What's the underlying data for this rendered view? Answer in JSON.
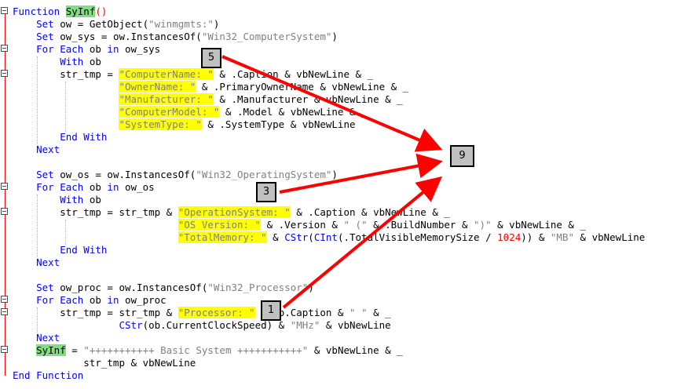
{
  "lines": [
    {
      "segs": [
        {
          "t": "Function ",
          "c": "kw"
        },
        {
          "t": "SyInf",
          "c": "hl-green"
        },
        {
          "t": "()",
          "c": "fn"
        }
      ]
    },
    {
      "segs": [
        {
          "t": "    Set ",
          "c": "kw"
        },
        {
          "t": "ow = GetObject("
        },
        {
          "t": "\"winmgmts:\"",
          "c": "str"
        },
        {
          "t": ")"
        }
      ]
    },
    {
      "segs": [
        {
          "t": "    Set ",
          "c": "kw"
        },
        {
          "t": "ow_sys = ow.InstancesOf("
        },
        {
          "t": "\"Win32_ComputerSystem\"",
          "c": "str"
        },
        {
          "t": ")"
        }
      ]
    },
    {
      "segs": [
        {
          "t": "    For Each ",
          "c": "kw"
        },
        {
          "t": "ob "
        },
        {
          "t": "in ",
          "c": "kw"
        },
        {
          "t": "ow_sys"
        }
      ]
    },
    {
      "segs": [
        {
          "t": "        With ",
          "c": "kw"
        },
        {
          "t": "ob"
        }
      ]
    },
    {
      "segs": [
        {
          "t": "        str_tmp = "
        },
        {
          "t": "\"ComputerName: \"",
          "c": "str hl-yellow"
        },
        {
          "t": " & .Caption & vbNewLine & _"
        }
      ]
    },
    {
      "segs": [
        {
          "t": "                  "
        },
        {
          "t": "\"OwnerName: \"",
          "c": "str hl-yellow"
        },
        {
          "t": " & .PrimaryOwnerName & vbNewLine & _"
        }
      ]
    },
    {
      "segs": [
        {
          "t": "                  "
        },
        {
          "t": "\"Manufacturer: \"",
          "c": "str hl-yellow"
        },
        {
          "t": " & .Manufacturer & vbNewLine & _"
        }
      ]
    },
    {
      "segs": [
        {
          "t": "                  "
        },
        {
          "t": "\"ComputerModel: \"",
          "c": "str hl-yellow"
        },
        {
          "t": " & .Model & vbNewLine & _"
        }
      ]
    },
    {
      "segs": [
        {
          "t": "                  "
        },
        {
          "t": "\"SystemType: \"",
          "c": "str hl-yellow"
        },
        {
          "t": " & .SystemType & vbNewLine"
        }
      ]
    },
    {
      "segs": [
        {
          "t": "        End With",
          "c": "kw"
        }
      ]
    },
    {
      "segs": [
        {
          "t": "    Next",
          "c": "kw"
        }
      ]
    },
    {
      "segs": [
        {
          "t": ""
        }
      ]
    },
    {
      "segs": [
        {
          "t": "    Set ",
          "c": "kw"
        },
        {
          "t": "ow_os = ow.InstancesOf("
        },
        {
          "t": "\"Win32_OperatingSystem\"",
          "c": "str"
        },
        {
          "t": ")"
        }
      ]
    },
    {
      "segs": [
        {
          "t": "    For Each ",
          "c": "kw"
        },
        {
          "t": "ob "
        },
        {
          "t": "in ",
          "c": "kw"
        },
        {
          "t": "ow_os"
        }
      ]
    },
    {
      "segs": [
        {
          "t": "        With ",
          "c": "kw"
        },
        {
          "t": "ob"
        }
      ]
    },
    {
      "segs": [
        {
          "t": "        str_tmp = str_tmp & "
        },
        {
          "t": "\"OperationSystem: \"",
          "c": "str hl-yellow"
        },
        {
          "t": " & .Caption & vbNewLine & _"
        }
      ]
    },
    {
      "segs": [
        {
          "t": "                            "
        },
        {
          "t": "\"OS Version: \"",
          "c": "str hl-yellow"
        },
        {
          "t": " & .Version & "
        },
        {
          "t": "\" (\"",
          "c": "str"
        },
        {
          "t": " & .BuildNumber & "
        },
        {
          "t": "\")\"",
          "c": "str"
        },
        {
          "t": " & vbNewLine & _"
        }
      ]
    },
    {
      "segs": [
        {
          "t": "                            "
        },
        {
          "t": "\"TotalMemory: \"",
          "c": "str hl-yellow"
        },
        {
          "t": " & "
        },
        {
          "t": "CStr",
          "c": "kw"
        },
        {
          "t": "("
        },
        {
          "t": "CInt",
          "c": "kw"
        },
        {
          "t": "(.TotalVisibleMemorySize / "
        },
        {
          "t": "1024",
          "c": "num"
        },
        {
          "t": ")) & "
        },
        {
          "t": "\"MB\"",
          "c": "str"
        },
        {
          "t": " & vbNewLine"
        }
      ]
    },
    {
      "segs": [
        {
          "t": "        End With",
          "c": "kw"
        }
      ]
    },
    {
      "segs": [
        {
          "t": "    Next",
          "c": "kw"
        }
      ]
    },
    {
      "segs": [
        {
          "t": ""
        }
      ]
    },
    {
      "segs": [
        {
          "t": "    Set ",
          "c": "kw"
        },
        {
          "t": "ow_proc = ow.InstancesOf("
        },
        {
          "t": "\"Win32_Processor\"",
          "c": "str"
        },
        {
          "t": ")"
        }
      ]
    },
    {
      "segs": [
        {
          "t": "    For Each ",
          "c": "kw"
        },
        {
          "t": "ob "
        },
        {
          "t": "in ",
          "c": "kw"
        },
        {
          "t": "ow_proc"
        }
      ]
    },
    {
      "segs": [
        {
          "t": "        str_tmp = str_tmp & "
        },
        {
          "t": "\"Processor: \"",
          "c": "str hl-yellow"
        },
        {
          "t": " & ob.Caption & "
        },
        {
          "t": "\" \"",
          "c": "str"
        },
        {
          "t": " & _"
        }
      ]
    },
    {
      "segs": [
        {
          "t": "                  "
        },
        {
          "t": "CStr",
          "c": "kw"
        },
        {
          "t": "(ob.CurrentClockSpeed) & "
        },
        {
          "t": "\"MHz\"",
          "c": "str"
        },
        {
          "t": " & vbNewLine"
        }
      ]
    },
    {
      "segs": [
        {
          "t": "    Next",
          "c": "kw"
        }
      ]
    },
    {
      "segs": [
        {
          "t": "    "
        },
        {
          "t": "SyInf",
          "c": "hl-green"
        },
        {
          "t": " = "
        },
        {
          "t": "\"+++++++++++ Basic System +++++++++++\"",
          "c": "str"
        },
        {
          "t": " & vbNewLine & _"
        }
      ]
    },
    {
      "segs": [
        {
          "t": "            str_tmp & vbNewLine"
        }
      ]
    },
    {
      "segs": [
        {
          "t": "End Function",
          "c": "kw"
        }
      ]
    }
  ],
  "badges": {
    "b5": "5",
    "b9": "9",
    "b3": "3",
    "b1": "1"
  },
  "colors": {
    "keyword": "#0000ff",
    "string": "#808080",
    "highlight_yellow": "#ffff00",
    "highlight_green": "#7fdf7f",
    "arrow": "#ff0000"
  }
}
